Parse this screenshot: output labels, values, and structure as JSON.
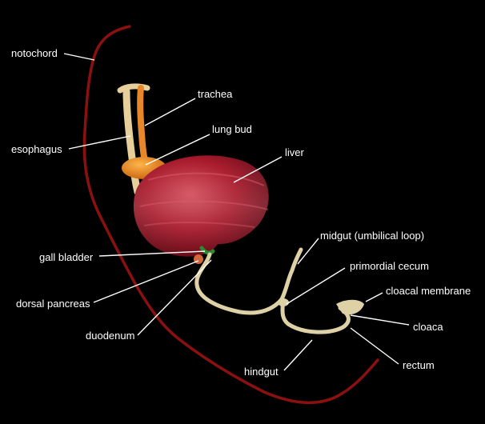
{
  "labels": {
    "notochord": "notochord",
    "trachea": "trachea",
    "lung_bud": "lung bud",
    "esophagus": "esophagus",
    "liver": "liver",
    "midgut": "midgut (umbilical loop)",
    "gall_bladder": "gall bladder",
    "primordial_cecum": "primordial cecum",
    "cloacal_membrane": "cloacal membrane",
    "dorsal_pancreas": "dorsal pancreas",
    "cloaca": "cloaca",
    "duodenum": "duodenum",
    "hindgut": "hindgut",
    "rectum": "rectum"
  },
  "colors": {
    "background": "#000000",
    "notochord": "#8b1010",
    "liver": "#a8182a",
    "trachea": "#e8862a",
    "esophagus": "#e6cf9b",
    "gut_tube": "#dfd1a6",
    "gall_bladder": "#2e8a2e",
    "dorsal_pancreas": "#d2673c",
    "leader_line": "#ffffff",
    "label_text": "#ffffff"
  }
}
